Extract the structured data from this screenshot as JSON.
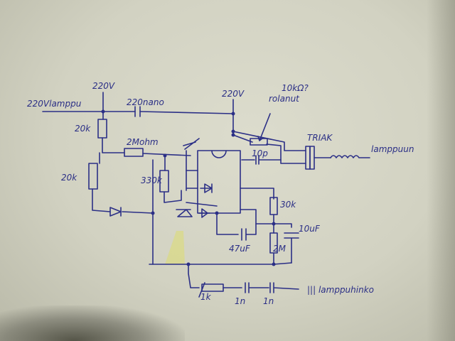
{
  "labels": {
    "supply_top": "220V",
    "lamp_supply": "220Vlamppu",
    "cap_220n": "220nano",
    "supply_right": "220V",
    "pot_value": "10kΩ?",
    "pot_name": "rolanut",
    "triac": "TRIAK",
    "to_lamp": "lamppuun",
    "r1": "20k",
    "r2": "2Mohm",
    "r3": "20k",
    "r4": "330k",
    "c_10p": "10p",
    "r5": "30k",
    "c_10u": "10uF",
    "c_47u": "47uF",
    "r6": "2M",
    "r7": "1k",
    "c_1n_a": "1n",
    "c_1n_b": "1n",
    "to_lamp_base": "||| lamppuhinko"
  },
  "colors": {
    "ink": "#2b2f86",
    "paper": "#d6d6c6"
  }
}
